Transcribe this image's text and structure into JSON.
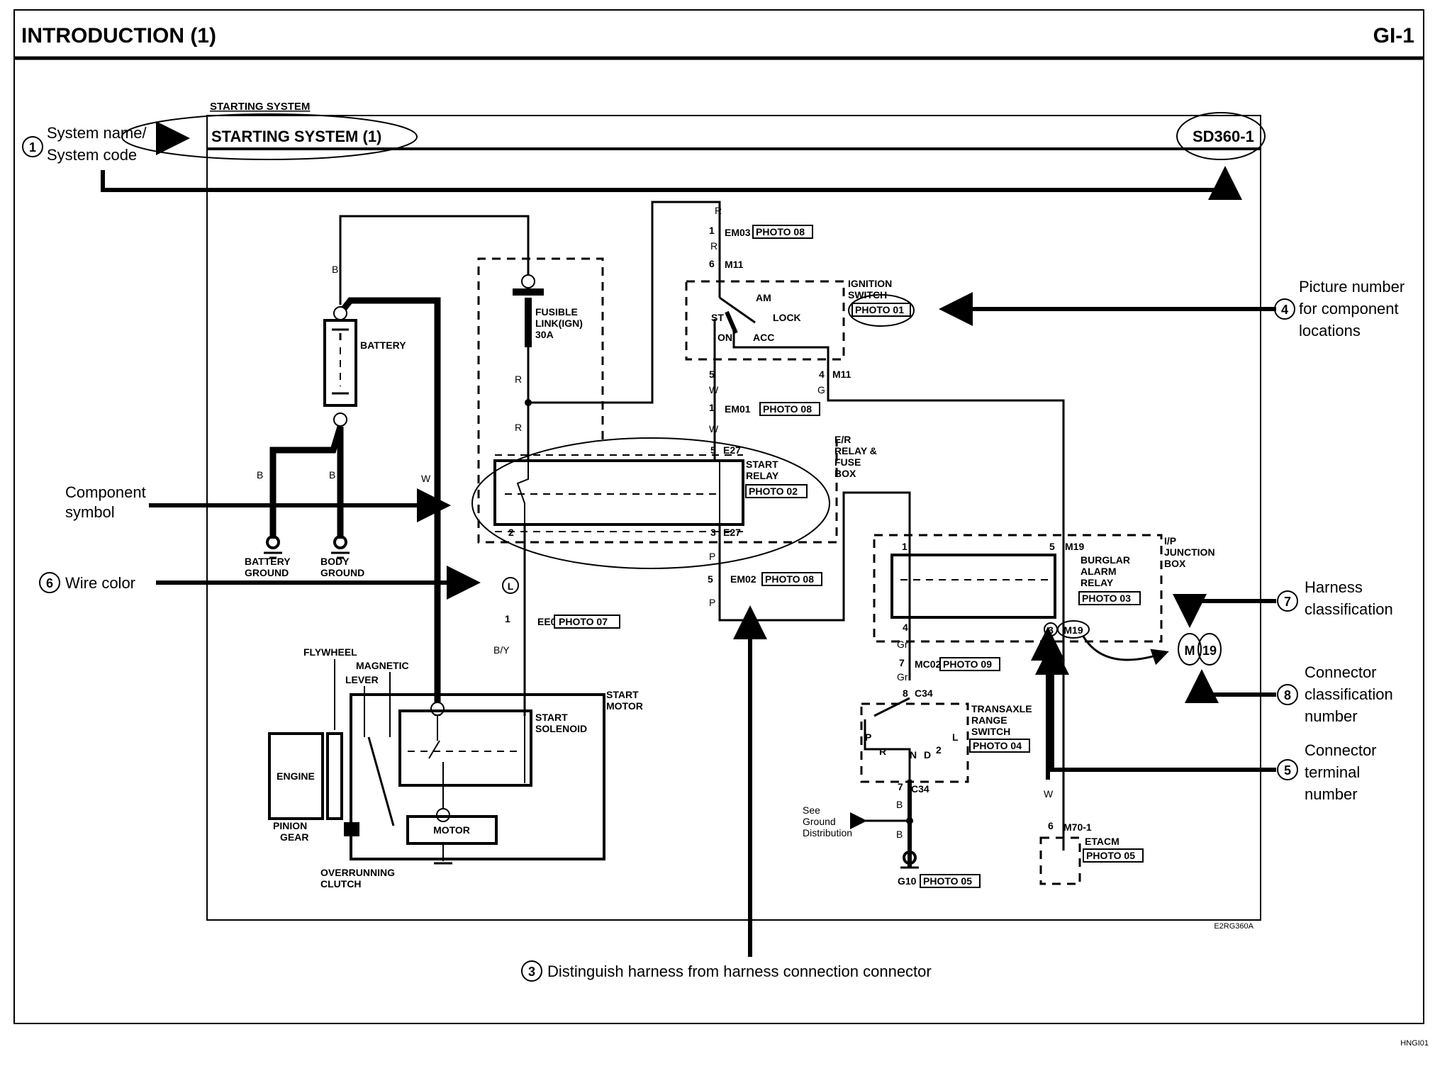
{
  "page": {
    "title": "INTRODUCTION (1)",
    "page_code": "GI-1",
    "footer_code": "HNGI01",
    "figure_code": "E2RG360A"
  },
  "diagram": {
    "heading": "STARTING SYSTEM",
    "system_name": "STARTING SYSTEM (1)",
    "system_code": "SD360-1"
  },
  "callouts": [
    {
      "num": "1",
      "lines": [
        "System name/",
        "System code"
      ]
    },
    {
      "num": "",
      "lines": [
        "Component",
        "symbol"
      ]
    },
    {
      "num": "6",
      "lines": [
        "Wire color"
      ]
    },
    {
      "num": "4",
      "lines": [
        "Picture number",
        "for component",
        "locations"
      ]
    },
    {
      "num": "7",
      "lines": [
        "Harness",
        "classification"
      ]
    },
    {
      "num": "8",
      "lines": [
        "Connector",
        "classification",
        "number"
      ]
    },
    {
      "num": "5",
      "lines": [
        "Connector",
        "terminal",
        "number"
      ]
    },
    {
      "num": "3",
      "lines": [
        "Distinguish harness from harness connection connector"
      ]
    }
  ],
  "components": {
    "battery": "BATTERY",
    "battery_ground": [
      "BATTERY",
      "GROUND"
    ],
    "body_ground": [
      "BODY",
      "GROUND"
    ],
    "fusible_link": [
      "FUSIBLE",
      "LINK(IGN)",
      "30A"
    ],
    "ignition_switch": [
      "IGNITION",
      "SWITCH"
    ],
    "ignition_positions": [
      "AM",
      "LOCK",
      "ST",
      "ON",
      "ACC"
    ],
    "er_box": [
      "E/R",
      "RELAY &",
      "FUSE",
      "BOX"
    ],
    "start_relay": [
      "START",
      "RELAY"
    ],
    "ip_box": [
      "I/P",
      "JUNCTION",
      "BOX"
    ],
    "burglar_relay": [
      "BURGLAR",
      "ALARM",
      "RELAY"
    ],
    "transaxle": [
      "TRANSAXLE",
      "RANGE",
      "SWITCH"
    ],
    "transaxle_positions": [
      "P",
      "R",
      "N",
      "D",
      "2",
      "L"
    ],
    "ground_note": [
      "See",
      "Ground",
      "Distribution"
    ],
    "etacm": "ETACM",
    "start_motor": [
      "START",
      "MOTOR"
    ],
    "start_solenoid": [
      "START",
      "SOLENOID"
    ],
    "engine": "ENGINE",
    "motor": "MOTOR",
    "flywheel": "FLYWHEEL",
    "magnetic": "MAGNETIC",
    "lever": "LEVER",
    "pinion": [
      "PINION",
      "GEAR"
    ],
    "clutch": [
      "OVERRUNNING",
      "CLUTCH"
    ],
    "harness_badge": [
      "M",
      "19"
    ],
    "wire_color_marker": "L"
  },
  "photos": {
    "em03": "PHOTO 08",
    "ign": "PHOTO 01",
    "em01": "PHOTO 08",
    "relay": "PHOTO 02",
    "em02": "PHOTO 08",
    "ee01": "PHOTO 07",
    "burglar": "PHOTO 03",
    "mc02": "PHOTO 09",
    "trans": "PHOTO 04",
    "g10": "PHOTO 05",
    "etacm": "PHOTO 05"
  },
  "connectors": {
    "em03": {
      "pin": "1",
      "id": "EM03"
    },
    "m11a": {
      "pin": "6",
      "id": "M11"
    },
    "m11b": {
      "pin": "4",
      "id": "M11"
    },
    "m11c": {
      "pin": "5",
      "id": ""
    },
    "em01": {
      "pin": "1",
      "id": "EM01"
    },
    "e27a": {
      "pin": "5",
      "id": "E27"
    },
    "e27b": {
      "pin": "3",
      "id": "E27"
    },
    "relay2": {
      "pin": "2",
      "id": ""
    },
    "em02": {
      "pin": "5",
      "id": "EM02"
    },
    "ee01": {
      "pin": "1",
      "id": "EE01"
    },
    "m19a": {
      "pin": "5",
      "id": "M19"
    },
    "m19b": {
      "pin": "3",
      "id": "M19"
    },
    "m19c": {
      "pin": "1",
      "id": ""
    },
    "m19d": {
      "pin": "4",
      "id": ""
    },
    "mc02": {
      "pin": "7",
      "id": "MC02"
    },
    "c34a": {
      "pin": "8",
      "id": "C34"
    },
    "c34b": {
      "pin": "7",
      "id": "C34"
    },
    "m70": {
      "pin": "6",
      "id": "M70-1"
    },
    "g10": {
      "pin": "",
      "id": "G10"
    }
  },
  "wire_colors": {
    "bat_top": "B",
    "bat_gnd1": "B",
    "bat_gnd2": "B",
    "motor_feed": "W",
    "fl_r1": "R",
    "fl_r2": "R",
    "top_r": "R",
    "em03_r": "R",
    "ign_w": "W",
    "ign_g": "G",
    "em01_w": "W",
    "relay_p1": "P",
    "relay_p2": "P",
    "ee01_by": "B/Y",
    "gr1": "Gr",
    "gr2": "Gr",
    "gb1": "B",
    "gb2": "B",
    "etacm_w": "W"
  }
}
